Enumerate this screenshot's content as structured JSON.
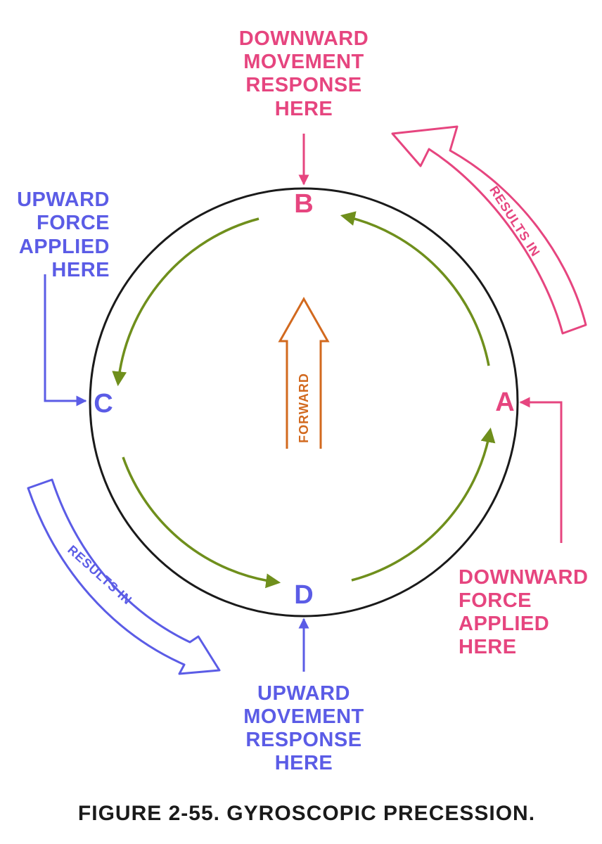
{
  "colors": {
    "pink": "#e6457f",
    "blue": "#5b5ce6",
    "green": "#6f8f1c",
    "orange": "#d2691e",
    "black": "#1a1a1a"
  },
  "points": {
    "a": "A",
    "b": "B",
    "c": "C",
    "d": "D"
  },
  "labels": {
    "top": [
      "DOWNWARD",
      "MOVEMENT",
      "RESPONSE",
      "HERE"
    ],
    "left": [
      "UPWARD",
      "FORCE",
      "APPLIED",
      "HERE"
    ],
    "right": [
      "DOWNWARD",
      "FORCE",
      "APPLIED",
      "HERE"
    ],
    "bottom": [
      "UPWARD",
      "MOVEMENT",
      "RESPONSE",
      "HERE"
    ]
  },
  "center_arrow": "FORWARD",
  "results_top": "RESULTS IN",
  "results_bottom": "RESULTS IN",
  "caption": "FIGURE 2-55. GYROSCOPIC PRECESSION."
}
